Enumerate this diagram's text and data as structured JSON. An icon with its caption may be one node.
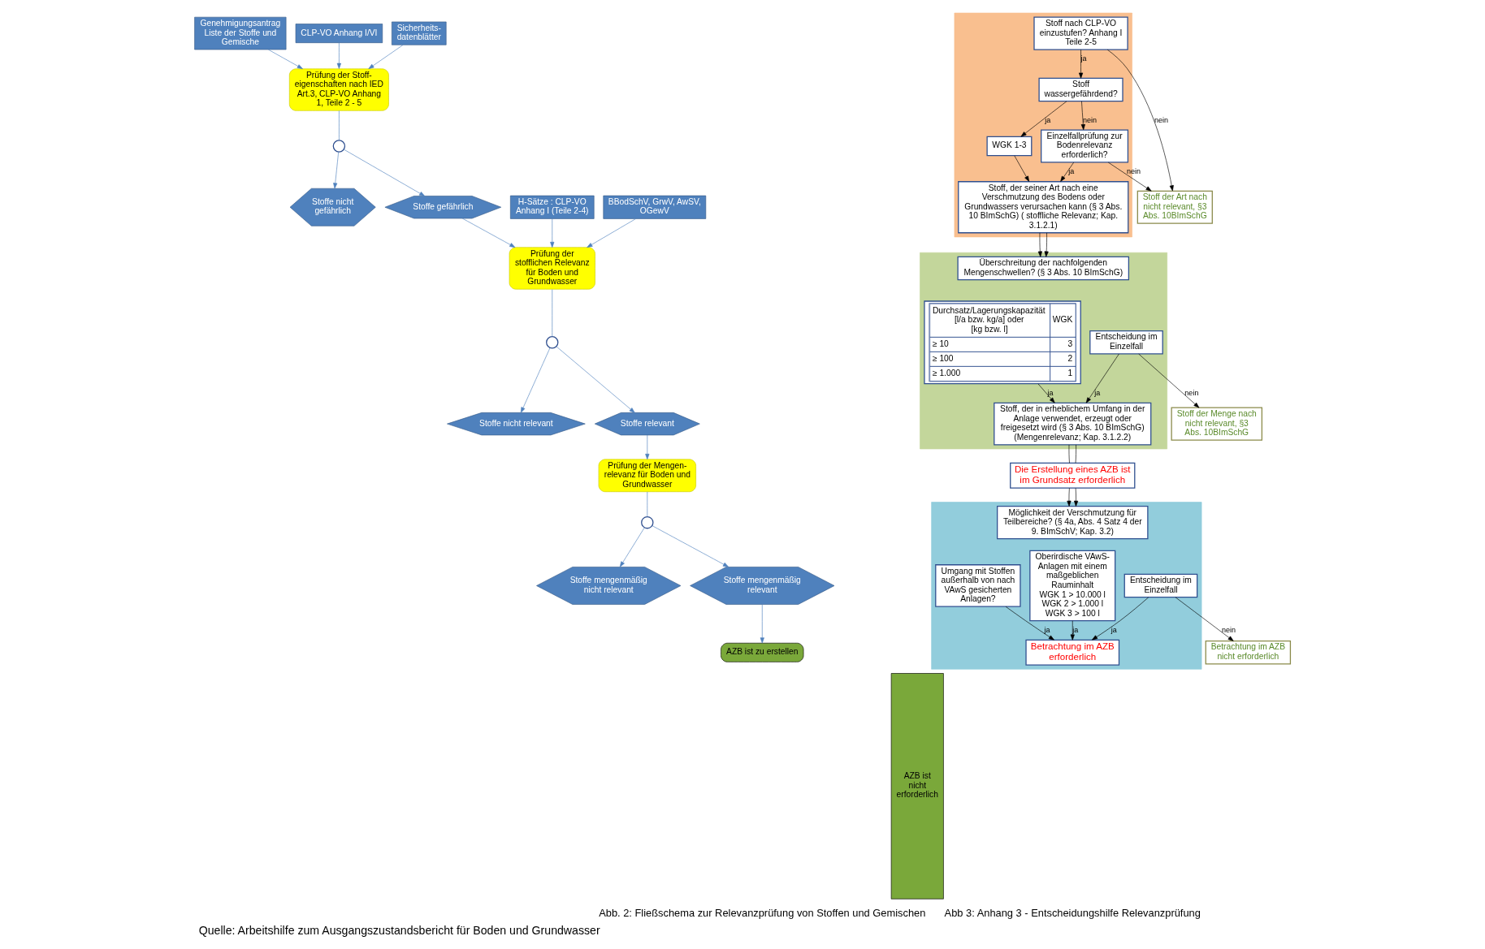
{
  "diagram": {
    "caption": "Quelle: Arbeitshilfe zum Ausgangszustandsbericht für Boden und Grundwasser",
    "nodes": [
      {
        "text": [
          "Genehmigungsantrag Liste der Stoffe und Gemische"
        ]
      },
      {
        "text": [
          "CLP-VO Anhang I/VI"
        ]
      },
      {
        "text": [
          "Sicherheits- datenblätter"
        ]
      },
      {
        "text": [
          "Prüfung der Stoff- eigenschaften nach IED Art.3, CLP-VO Anhang 1, Teile 2 - 5"
        ]
      },
      {
        "text": [],
        "shape": "circle"
      },
      {
        "text": [
          "Stoffe nicht gefährlich"
        ]
      },
      {
        "text": [
          "Stoffe gefährlich"
        ]
      },
      {
        "text": [
          "H-Sätze : CLP-VO Anhang I (Teile 2-4)"
        ]
      },
      {
        "text": [
          "BBodSchV, GrwV, AwSV, OGewV"
        ]
      },
      {
        "text": [
          "Prüfung der stofflichen Relevanz für Boden und Grundwasser"
        ]
      },
      {
        "text": [],
        "shape": "circle"
      },
      {
        "text": [
          "Stoffe nicht relevant"
        ]
      },
      {
        "text": [
          "Stoffe relevant"
        ]
      },
      {
        "text": [
          "Prüfung der Mengen- relevanz für Boden und Grundwasser"
        ]
      },
      {
        "text": [],
        "shape": "circle"
      },
      {
        "text": [
          "Stoffe mengenmäßig nicht relevant"
        ]
      },
      {
        "text": [
          "Stoffe mengenmäßig relevant"
        ]
      },
      {
        "text": [
          "AZB ist zu erstellen"
        ]
      },
      {
        "text": [
          "AZB ist nicht erforderlich"
        ]
      },
      {
        "text": [],
        "shape": "box"
      },
      {
        "text": [
          "Stoff nach CLP-VO einzustufen? Anhang I Teile 2-5"
        ],
        "in": 19
      },
      {
        "text": [
          "Stoff wassergefährdend?"
        ],
        "in": 19
      },
      {
        "text": [
          "WGK 1-3"
        ],
        "in": 19
      },
      {
        "text": [
          "Einzelfallprüfung zur Bodenrelevanz erforderlich?"
        ],
        "in": 19
      },
      {
        "text": [
          "Stoff, der seiner Art nach eine Verschmutzung des Bodens oder Grundwassers verursachen kann (§ 3 Abs. 10 BImSchG) ( stoffliche Relevanz; Kap. 3.1.2.1)"
        ],
        "in": 19
      },
      {
        "text": [
          "Stoff der Art nach nicht relevant, §3 Abs. 10BImSchG"
        ]
      },
      {
        "text": [],
        "shape": "box"
      },
      {
        "text": [
          "Überschreitung der nachfolgenden Mengenschwellen? (§ 3 Abs. 10 BImSchG)"
        ],
        "in": 26
      },
      {
        "text": [
          "Durchsatz/Lagerungskapazität [l/a bzw. kg/a] oder [kg bzw. l]",
          "WGK",
          "≥ 10",
          "3",
          "≥ 100",
          "2",
          "≥ 1.000",
          "1"
        ],
        "in": 26
      },
      {
        "text": [
          "Entscheidung im Einzelfall"
        ],
        "in": 26
      },
      {
        "text": [
          "Stoff, der in erheblichem Umfang in der Anlage verwendet, erzeugt oder freigesetzt wird (§ 3 Abs. 10 BImSchG) (Mengenrelevanz; Kap. 3.1.2.2)"
        ],
        "in": 26
      },
      {
        "text": [
          "Stoff der Menge nach nicht relevant, §3 Abs. 10BImSchG"
        ]
      },
      {
        "text": [
          "Die Erstellung eines AZB ist im Grundsatz erforderlich"
        ]
      },
      {
        "text": [],
        "shape": "box"
      },
      {
        "text": [
          "Möglichkeit der Verschmutzung für Teilbereiche? (§ 4a, Abs. 4 Satz 4 der 9. BImSchV; Kap. 3.2)"
        ],
        "in": 33
      },
      {
        "text": [
          "Umgang mit Stoffen außerhalb von nach VAwS gesicherten Anlagen?"
        ],
        "in": 33
      },
      {
        "text": [
          "Oberirdische VAwS- Anlagen mit einem maßgeblichen Rauminhalt",
          "WGK 1 > 10.000 l",
          "WGK 2 > 1.000 l",
          "WGK 3 > 100 l"
        ],
        "in": 33
      },
      {
        "text": [
          "Entscheidung im Einzelfall"
        ],
        "in": 33
      },
      {
        "text": [
          "Betrachtung im AZB erforderlich"
        ],
        "in": 33
      },
      {
        "text": [
          "Betrachtung im AZB nicht erforderlich"
        ]
      }
    ],
    "edges": [
      {
        "from": 0,
        "to": 3,
        "arrow": "to",
        "color": "#4f81bd"
      },
      {
        "from": 1,
        "to": 3,
        "arrow": "to",
        "color": "#4f81bd"
      },
      {
        "from": 2,
        "to": 3,
        "arrow": "to",
        "color": "#4f81bd"
      },
      {
        "from": 3,
        "to": 4,
        "arrow": "none",
        "color": "#4f81bd"
      },
      {
        "from": 4,
        "to": 5,
        "arrow": "to",
        "color": "#4f81bd"
      },
      {
        "from": 4,
        "to": 6,
        "arrow": "to",
        "color": "#4f81bd"
      },
      {
        "from": 6,
        "to": 9,
        "arrow": "to",
        "color": "#4f81bd"
      },
      {
        "from": 7,
        "to": 9,
        "arrow": "to",
        "color": "#4f81bd"
      },
      {
        "from": 8,
        "to": 9,
        "arrow": "to",
        "color": "#4f81bd"
      },
      {
        "from": 9,
        "to": 10,
        "arrow": "none",
        "color": "#4f81bd"
      },
      {
        "from": 10,
        "to": 11,
        "arrow": "to",
        "color": "#4f81bd"
      },
      {
        "from": 10,
        "to": 12,
        "arrow": "to",
        "color": "#4f81bd"
      },
      {
        "from": 12,
        "to": 13,
        "arrow": "to",
        "color": "#4f81bd"
      },
      {
        "from": 13,
        "to": 14,
        "arrow": "none",
        "color": "#4f81bd"
      },
      {
        "from": 14,
        "to": 15,
        "arrow": "to",
        "color": "#4f81bd"
      },
      {
        "from": 14,
        "to": 16,
        "arrow": "to",
        "color": "#4f81bd"
      },
      {
        "from": 16,
        "to": 17,
        "arrow": "to",
        "color": "#4f81bd"
      },
      {
        "from": 20,
        "to": 21,
        "arrow": "to",
        "label": "ja"
      },
      {
        "from": 20,
        "to": 25,
        "arrow": "to",
        "label": "nein"
      },
      {
        "from": 21,
        "to": 22,
        "arrow": "to",
        "label": "ja"
      },
      {
        "from": 21,
        "to": 23,
        "arrow": "to",
        "label": "nein"
      },
      {
        "from": 23,
        "to": 25,
        "arrow": "to",
        "label": "nein"
      },
      {
        "from": 22,
        "to": 24,
        "arrow": "to"
      },
      {
        "from": 23,
        "to": 24,
        "arrow": "to",
        "label": "ja"
      },
      {
        "from": 24,
        "to": 27,
        "arrow": "to"
      },
      {
        "from": 24,
        "to": 27,
        "arrow": "to"
      },
      {
        "from": 28,
        "to": 30,
        "arrow": "to",
        "label": "ja"
      },
      {
        "from": 29,
        "to": 30,
        "arrow": "to",
        "label": "ja"
      },
      {
        "from": 29,
        "to": 31,
        "arrow": "to",
        "label": "nein"
      },
      {
        "from": 30,
        "to": 32,
        "arrow": "none"
      },
      {
        "from": 30,
        "to": 32,
        "arrow": "none"
      },
      {
        "from": 32,
        "to": 34,
        "arrow": "to"
      },
      {
        "from": 32,
        "to": 34,
        "arrow": "to"
      },
      {
        "from": 35,
        "to": 38,
        "arrow": "to",
        "label": "ja"
      },
      {
        "from": 36,
        "to": 38,
        "arrow": "to",
        "label": "ja"
      },
      {
        "from": 37,
        "to": 38,
        "arrow": "to",
        "label": "ja"
      },
      {
        "from": 37,
        "to": 39,
        "arrow": "to",
        "label": "nein"
      }
    ],
    "labels": [
      "Abb. 2: Fließschema zur Relevanzprüfung von Stoffen und Gemischen",
      "Abb 3: Anhang 3 - Entscheidungshilfe Relevanzprüfung"
    ]
  }
}
